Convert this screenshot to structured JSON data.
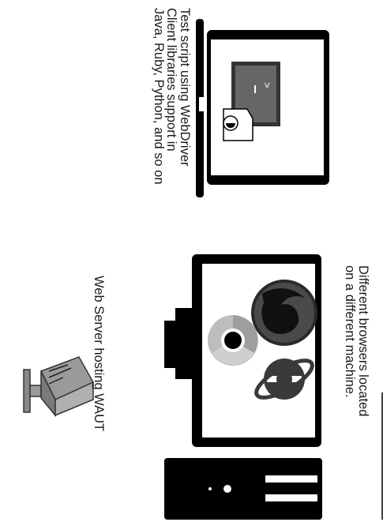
{
  "labels": {
    "test_script": [
      "Test script using WebDriver",
      "Client libraries support in",
      "Java, Ruby, Python, and so on"
    ],
    "browsers": [
      "Different browsers located",
      "on a different machine."
    ],
    "web_server": "Web Server hosting WAUT"
  },
  "icons": {
    "laptop": "laptop-icon",
    "terminal": "terminal-icon",
    "script_page": "script-page-icon",
    "monitor": "monitor-icon",
    "firefox": "firefox-logo-icon",
    "chrome": "chrome-logo-icon",
    "ie": "internet-explorer-logo-icon",
    "tower": "computer-tower-icon",
    "server": "web-server-icon"
  },
  "colors": {
    "device": "#000000",
    "screen_gray": "#777777",
    "server_gray": "#9a9a9a"
  }
}
